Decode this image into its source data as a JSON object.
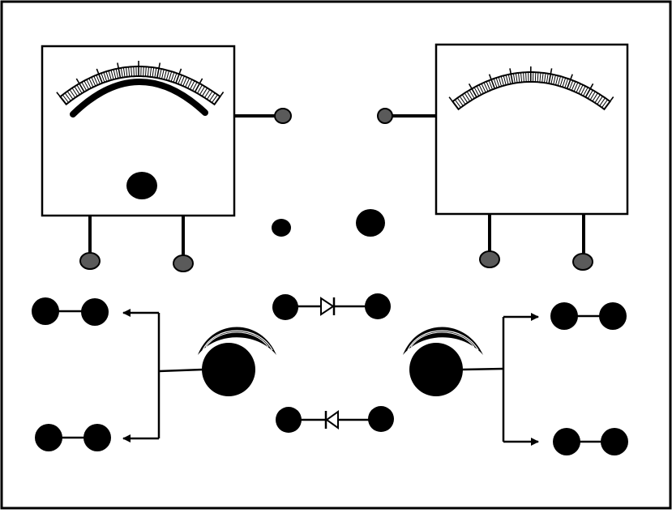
{
  "diagram": {
    "kind": "instrument-panel-schematic",
    "colors": {
      "ink": "#000000",
      "terminal_fill": "#5a5a5a",
      "background": "#ffffff"
    },
    "components": {
      "meters": [
        {
          "id": "left-meter",
          "has_center_knob": true
        },
        {
          "id": "right-meter",
          "has_center_knob": false
        }
      ],
      "diodes": [
        {
          "id": "diode-top",
          "orientation": "forward"
        },
        {
          "id": "diode-bottom",
          "orientation": "reverse"
        }
      ],
      "rotary_switches": 2,
      "output_jack_pairs": 4
    },
    "icons": {
      "terminal": "terminal-post-icon",
      "diode": "diode-icon",
      "knob": "rotary-knob-icon",
      "arrow": "arrow-icon"
    }
  }
}
